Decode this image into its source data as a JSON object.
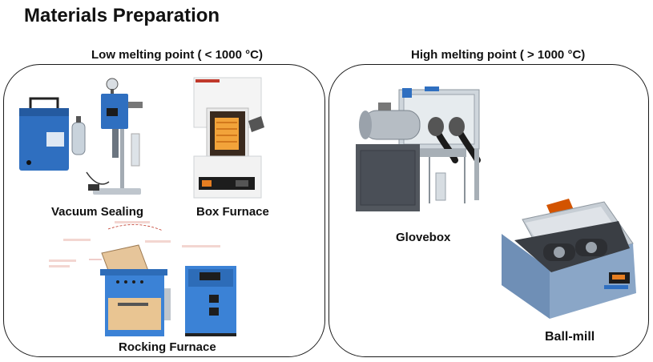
{
  "title": "Materials Preparation",
  "sections": {
    "low": {
      "heading": "Low melting point ( < 1000 °C)",
      "items": [
        {
          "label": "Vacuum Sealing"
        },
        {
          "label": "Box Furnace"
        },
        {
          "label": "Rocking Furnace"
        }
      ]
    },
    "high": {
      "heading": "High melting point ( > 1000 °C)",
      "items": [
        {
          "label": "Glovebox"
        },
        {
          "label": "Ball-mill"
        }
      ]
    }
  },
  "colors": {
    "equipment_blue": "#2f6fc0",
    "steel_gray": "#9aa2ab",
    "dark_gray": "#4a4f57",
    "furnace_glow": "#f2a33a"
  },
  "icons": [
    "vacuum-sealing-icon",
    "box-furnace-icon",
    "rocking-furnace-icon",
    "glovebox-icon",
    "ball-mill-icon"
  ]
}
